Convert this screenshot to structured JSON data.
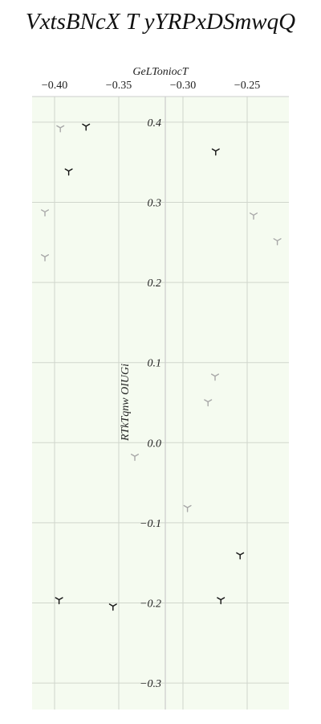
{
  "chart_data": {
    "type": "scatter",
    "title": "VxtsBNcX T yYRPxDSmwqQ",
    "xlabel": "GeLToniocT",
    "ylabel": "RTkTqnw OIUGi",
    "x_axis_position": "top",
    "xlim": [
      -0.4175,
      -0.2175
    ],
    "ylim": [
      -0.333,
      0.432
    ],
    "x_ticks": [
      -0.4,
      -0.35,
      -0.3,
      -0.25
    ],
    "x_tick_labels": [
      "−0.40",
      "−0.35",
      "−0.30",
      "−0.25"
    ],
    "y_ticks": [
      0.4,
      0.3,
      0.2,
      0.1,
      0.0,
      -0.1,
      -0.2,
      -0.3
    ],
    "y_tick_labels": [
      "0.4",
      "0.3",
      "0.2",
      "0.1",
      "0.0",
      "−0.1",
      "−0.2",
      "−0.3"
    ],
    "grid": true,
    "marker": "tri_down",
    "colors": {
      "plot_background": "#f5fbf0",
      "grid": "#d0d6cc",
      "series_dark": "#111111",
      "series_light": "#a8a8a8"
    },
    "series": [
      {
        "color": "#111111",
        "points": [
          {
            "x": -0.3755,
            "y": 0.395
          },
          {
            "x": -0.389,
            "y": 0.339
          },
          {
            "x": -0.2745,
            "y": 0.364
          },
          {
            "x": -0.2555,
            "y": -0.14
          },
          {
            "x": -0.2705,
            "y": -0.196
          },
          {
            "x": -0.3965,
            "y": -0.196
          },
          {
            "x": -0.3545,
            "y": -0.204
          }
        ]
      },
      {
        "color": "#a8a8a8",
        "points": [
          {
            "x": -0.3955,
            "y": 0.393
          },
          {
            "x": -0.4075,
            "y": 0.288
          },
          {
            "x": -0.4075,
            "y": 0.232
          },
          {
            "x": -0.245,
            "y": 0.284
          },
          {
            "x": -0.2265,
            "y": 0.252
          },
          {
            "x": -0.275,
            "y": 0.083
          },
          {
            "x": -0.2805,
            "y": 0.051
          },
          {
            "x": -0.3375,
            "y": -0.017
          },
          {
            "x": -0.2965,
            "y": -0.081
          }
        ]
      }
    ]
  }
}
